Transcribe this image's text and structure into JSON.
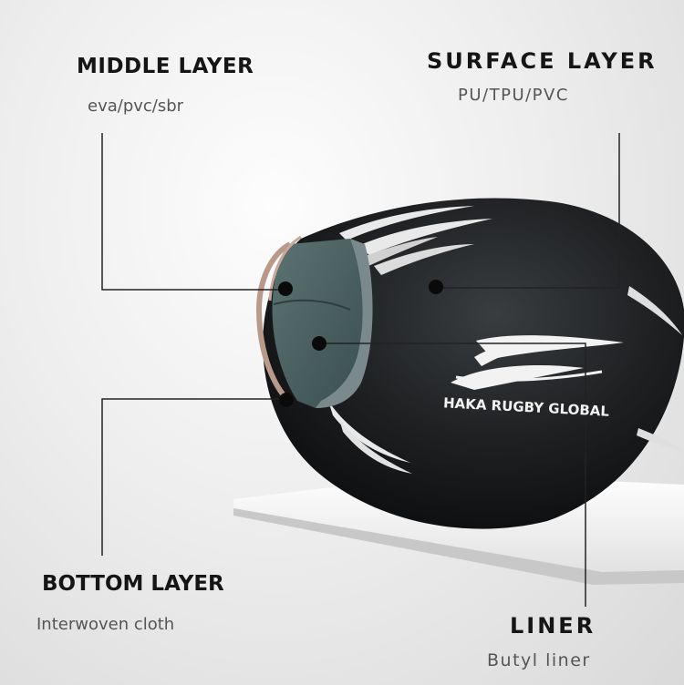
{
  "layers": {
    "middle": {
      "title": "MIDDLE LAYER",
      "material": "eva/pvc/sbr"
    },
    "surface": {
      "title": "SURFACE LAYER",
      "material": "PU/TPU/PVC"
    },
    "bottom": {
      "title": "BOTTOM LAYER",
      "material": "Interwoven cloth"
    },
    "liner": {
      "title": "LINER",
      "material": "Butyl liner"
    }
  },
  "ball": {
    "brand_text": "HAKA RUGBY GLOBAL"
  },
  "colors": {
    "ball": "#1c1e20",
    "liner_cutaway": "#4d6463",
    "accent_rim": "#7a8a8c",
    "leader_line": "#222222"
  }
}
